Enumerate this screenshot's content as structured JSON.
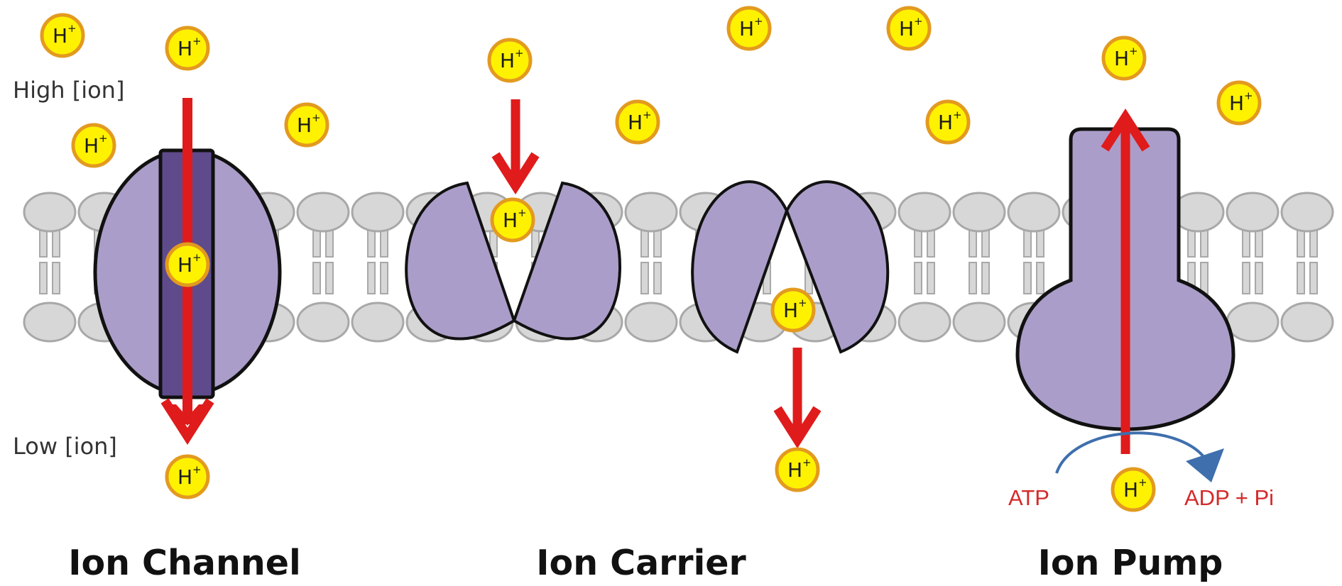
{
  "labels": {
    "high_conc": "High [ion]",
    "low_conc": "Low [ion]",
    "atp": "ATP",
    "adp_pi": "ADP + Pi"
  },
  "ion": {
    "symbol": "H",
    "charge": "+"
  },
  "titles": {
    "channel": "Ion Channel",
    "carrier": "Ion Carrier",
    "pump": "Ion Pump"
  },
  "colors": {
    "protein_fill": "#ab9dc9",
    "channel_pore": "#5f4b8b",
    "arrow": "#e01b1b",
    "ion_fill": "#fff200",
    "ion_stroke": "#e39a1f",
    "lipid_fill": "#d7d7d7",
    "lipid_stroke": "#a8a8a8",
    "energy_arrow": "#3f6fad"
  }
}
